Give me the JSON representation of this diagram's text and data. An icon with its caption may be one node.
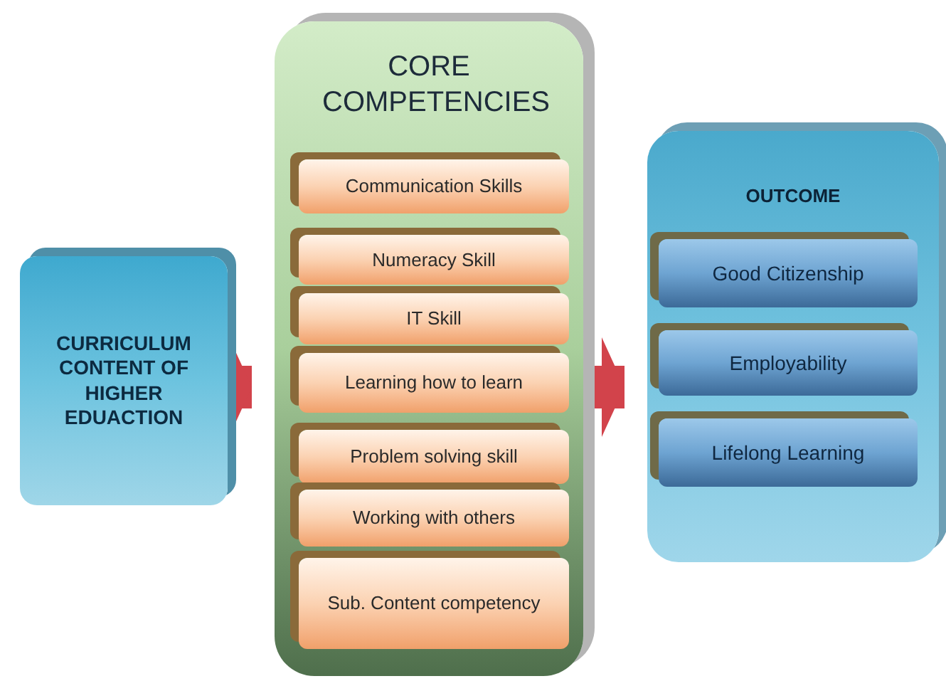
{
  "diagram": {
    "nodes": [
      {
        "text": [
          "CURRICULUM CONTENT OF HIGHER EDUACTION"
        ]
      },
      {
        "text": [
          "CORE COMPETENCIES"
        ]
      },
      {
        "text": [
          "Communication Skills"
        ],
        "in": 1
      },
      {
        "text": [
          "Numeracy Skill"
        ],
        "in": 1
      },
      {
        "text": [
          "IT Skill"
        ],
        "in": 1
      },
      {
        "text": [
          "Learning how to learn"
        ],
        "in": 1
      },
      {
        "text": [
          "Problem solving skill"
        ],
        "in": 1
      },
      {
        "text": [
          "Working with others"
        ],
        "in": 1
      },
      {
        "text": [
          "Sub. Content competency"
        ],
        "in": 1
      },
      {
        "text": [
          "OUTCOME"
        ]
      },
      {
        "text": [
          "Good Citizenship"
        ],
        "in": 9
      },
      {
        "text": [
          "Employability"
        ],
        "in": 9
      },
      {
        "text": [
          "Lifelong Learning"
        ],
        "in": 9
      }
    ],
    "edges": [
      {
        "from": 0,
        "to": 1,
        "arrow": "to"
      },
      {
        "from": 1,
        "to": 9,
        "arrow": "to"
      }
    ]
  }
}
